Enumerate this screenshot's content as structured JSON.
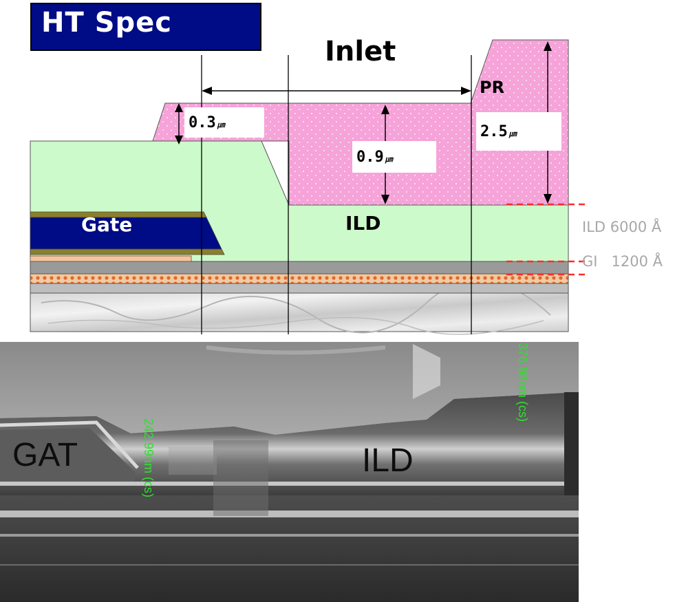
{
  "title": "HT Spec",
  "inlet_label": "Inlet",
  "pr_label": "PR",
  "gate_label": "Gate",
  "ild_label": "ILD",
  "dimensions": {
    "pr_over_gate": {
      "value": "0.3",
      "unit": "㎛"
    },
    "pr_over_ild": {
      "value": "0.9",
      "unit": "㎛"
    },
    "pr_total": {
      "value": "2.5",
      "unit": "㎛"
    }
  },
  "side_labels": {
    "ild": "ILD 6000 Å",
    "gi": "GI   1200 Å"
  },
  "sem": {
    "gat_label": "GAT",
    "ild_label": "ILD",
    "measure_left": "242.99nm (cs)",
    "measure_right": "376.88nm (cs)"
  },
  "colors": {
    "title_bg": "#000b86",
    "pr_pink": "#f5a3d8",
    "ild_green": "#ccfacb",
    "gate_navy": "#000b86",
    "measure_green": "#2ee02e",
    "dashed_red": "#ff2a2a"
  }
}
